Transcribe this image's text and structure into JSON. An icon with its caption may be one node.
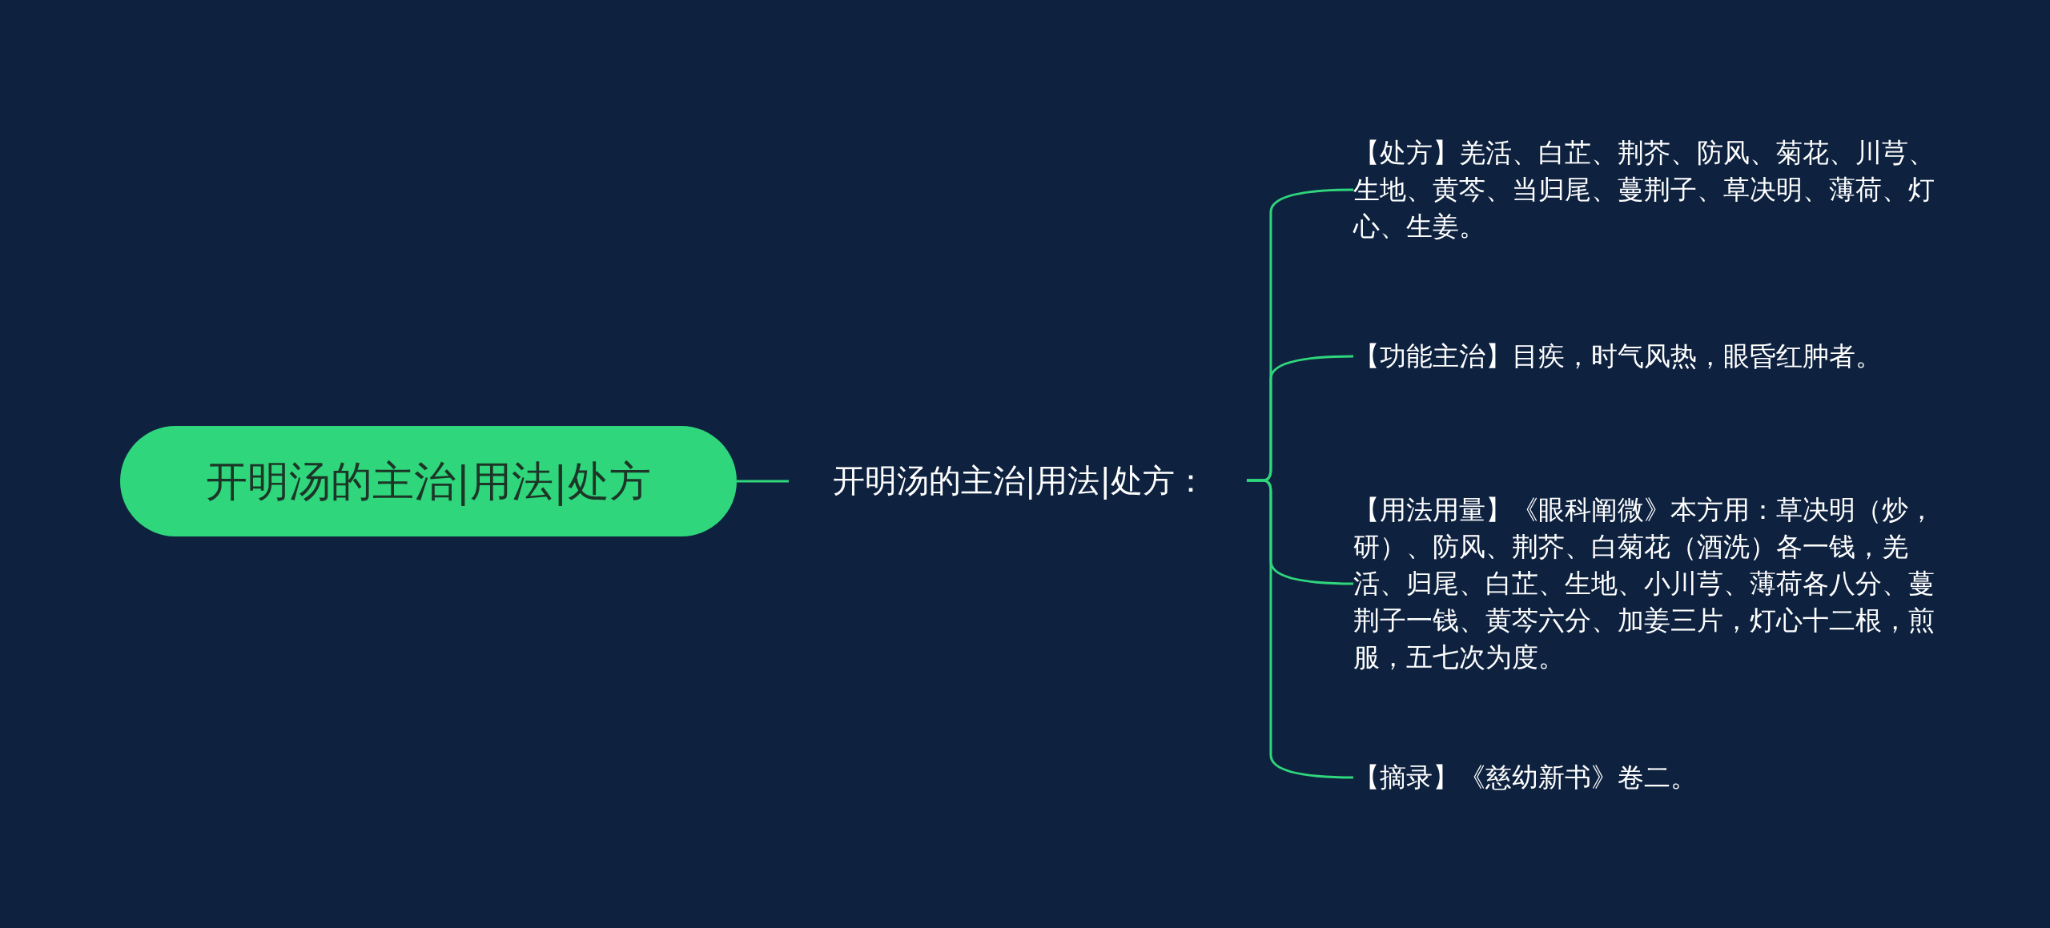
{
  "diagram": {
    "nodes": [
      {
        "text": [
          "开明汤的主治|用法|处方"
        ]
      },
      {
        "text": [
          "开明汤的主治|用法|处方："
        ]
      },
      {
        "text": [
          "【处方】羌活、白芷、荆芥、防风、菊花、川芎、生地、黄芩、当归尾、蔓荆子、草决明、薄荷、灯心、生姜。"
        ]
      },
      {
        "text": [
          "【功能主治】目疾，时气风热，眼昏红肿者。"
        ]
      },
      {
        "text": [
          "【用法用量】《眼科阐微》本方用：草决明（炒，研）、防风、荆芥、白菊花（酒洗）各一钱，羌活、归尾、白芷、生地、小川芎、薄荷各八分、蔓荆子一钱、黄芩六分、加姜三片，灯心十二根，煎服，五七次为度。"
        ]
      },
      {
        "text": [
          "【摘录】《慈幼新书》卷二。"
        ]
      }
    ],
    "edges": [
      {
        "from": 0,
        "to": 1,
        "arrow": "none"
      },
      {
        "from": 1,
        "to": 2,
        "arrow": "none"
      },
      {
        "from": 1,
        "to": 3,
        "arrow": "none"
      },
      {
        "from": 1,
        "to": 4,
        "arrow": "none"
      },
      {
        "from": 1,
        "to": 5,
        "arrow": "none"
      }
    ]
  }
}
